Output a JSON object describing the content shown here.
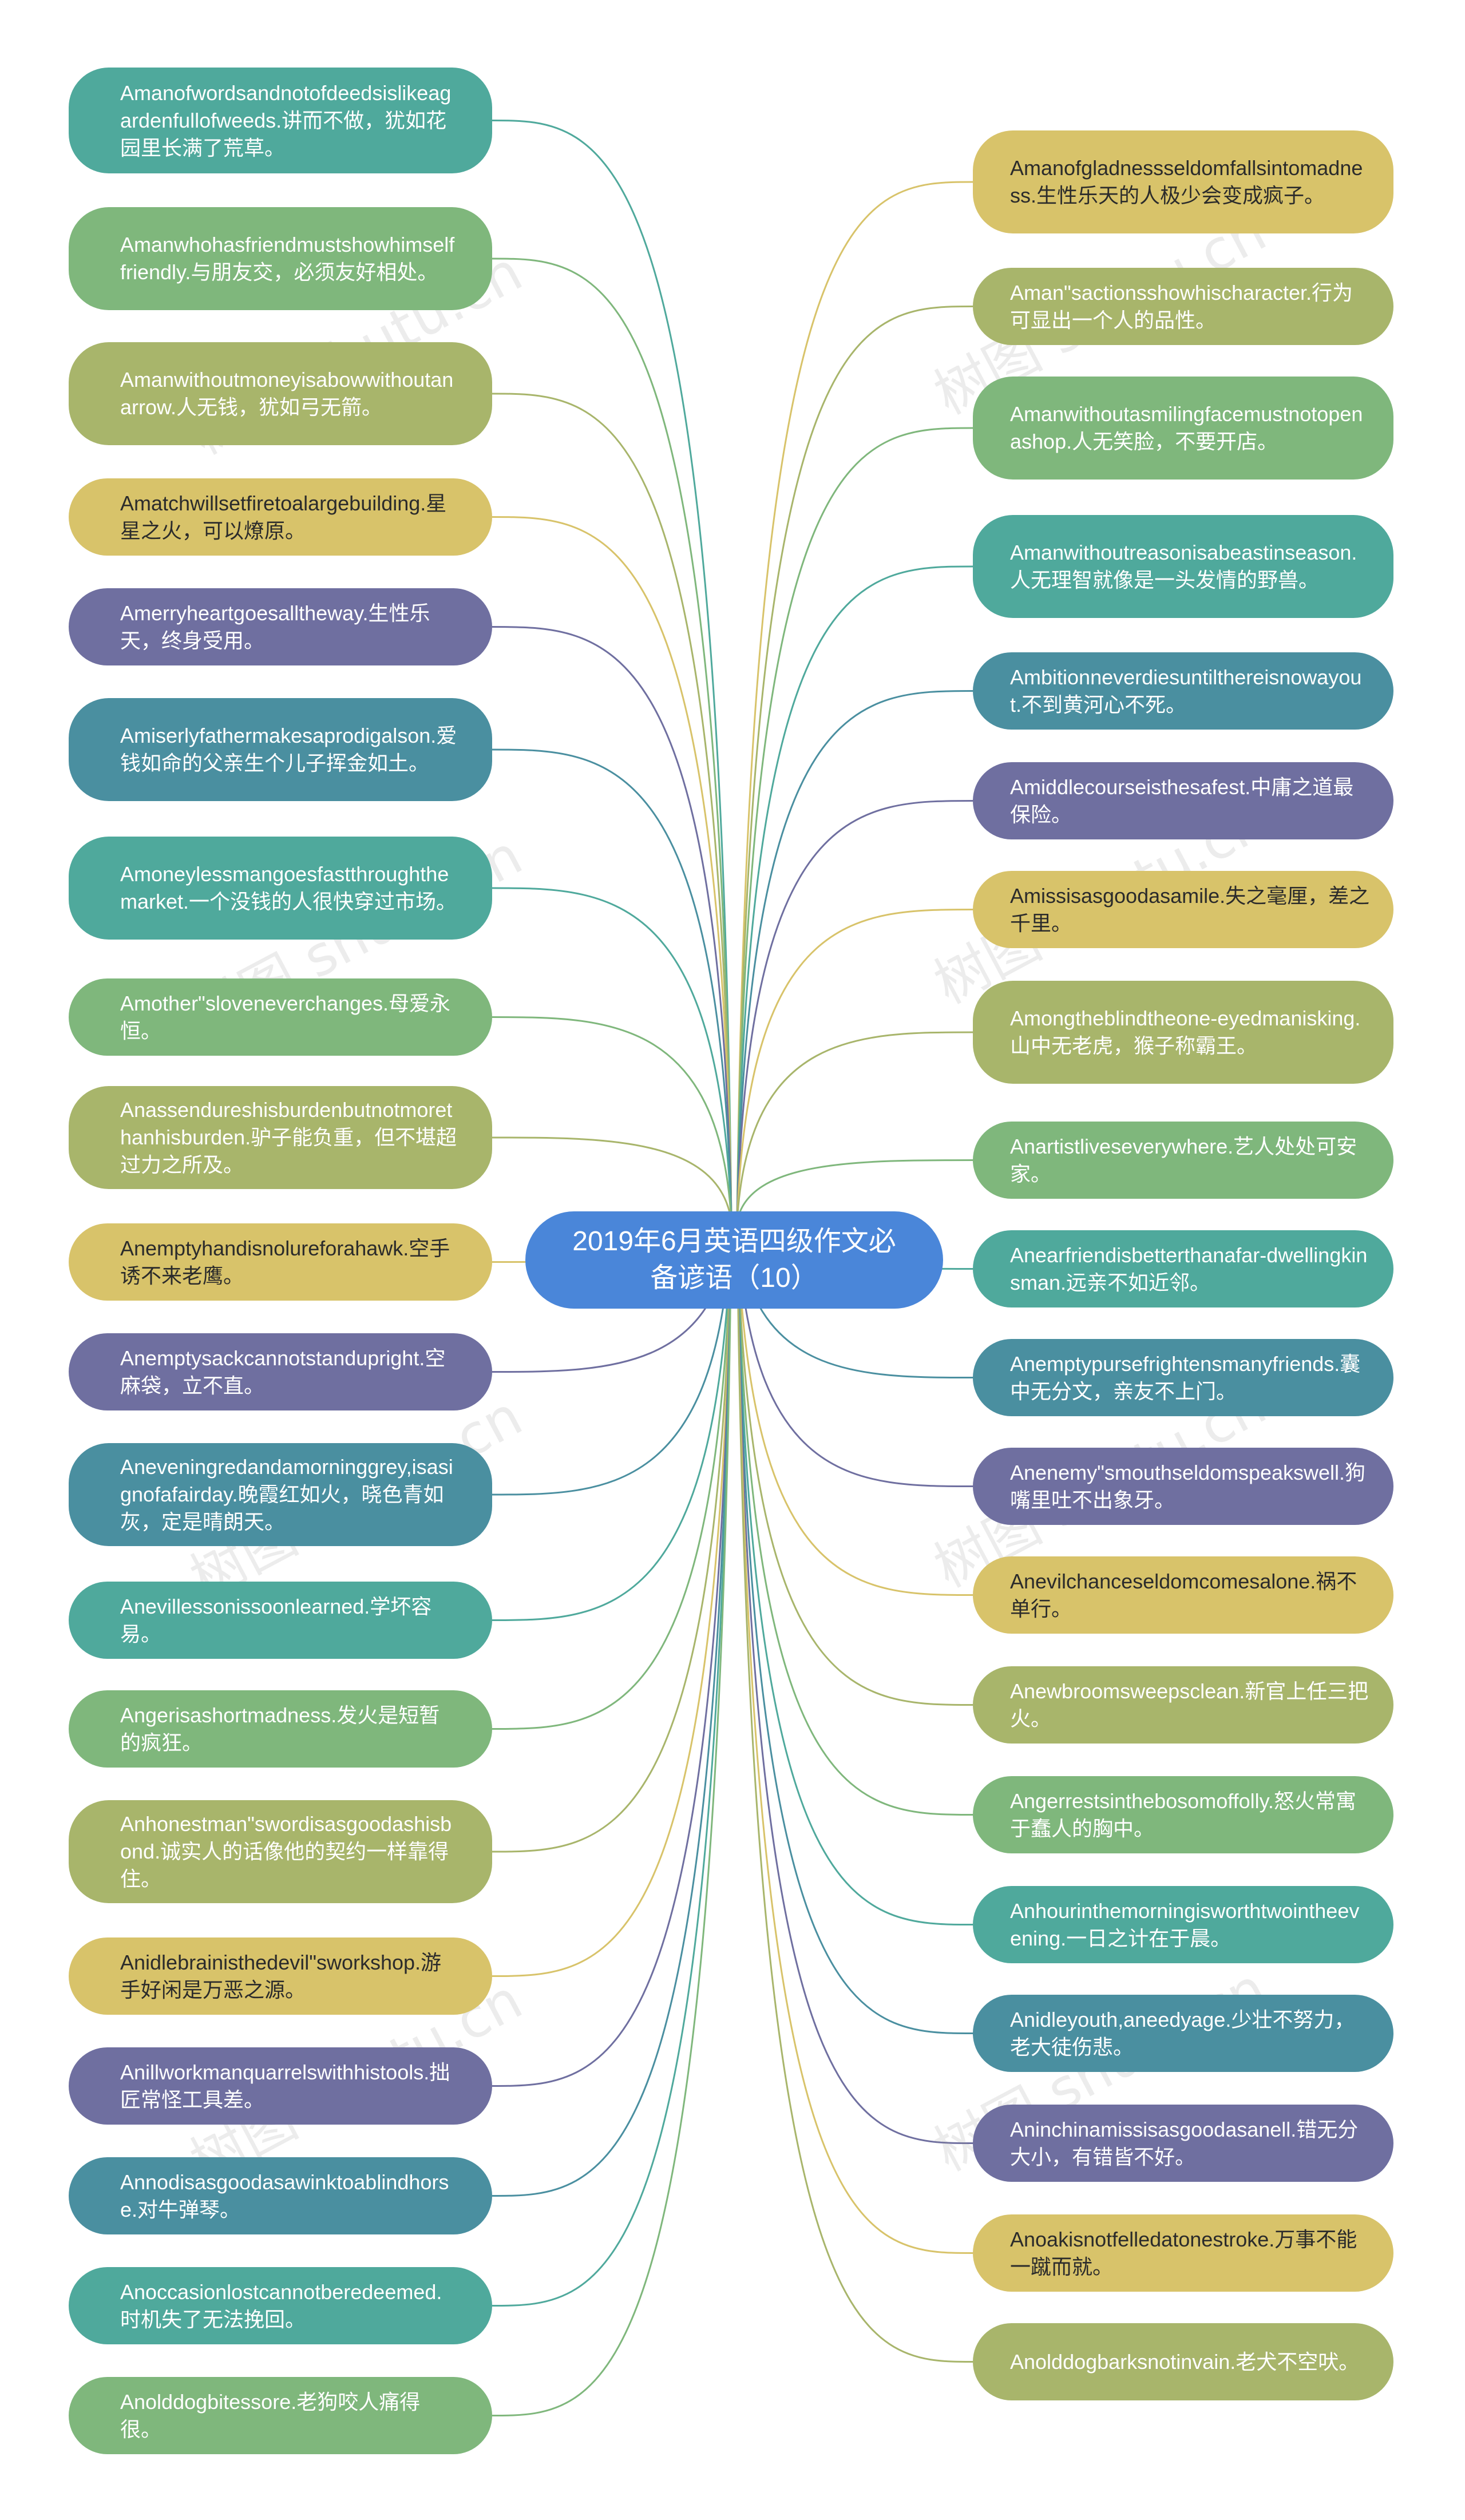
{
  "center_title": "2019年6月英语四级作文必备谚语（10）",
  "watermark": "树图 shutu.cn",
  "colors": {
    "teal": "#4fa99c",
    "green": "#7fb77c",
    "olive": "#a8b56b",
    "yellow": "#d8c36a",
    "purple": "#6f6fa0",
    "steel": "#4a8fa0",
    "center": "#4a86d9"
  },
  "left_nodes": [
    {
      "text": "Amanofwordsandnotofdeedsislikeagardenfullofweeds.讲而不做，犹如花园里长满了荒草。",
      "color": "teal"
    },
    {
      "text": "Amanwhohasfriendmustshowhimselffriendly.与朋友交，必须友好相处。",
      "color": "green"
    },
    {
      "text": "Amanwithoutmoneyisabowwithoutanarrow.人无钱，犹如弓无箭。",
      "color": "olive"
    },
    {
      "text": "Amatchwillsetfiretoalargebuilding.星星之火，可以燎原。",
      "color": "yellow"
    },
    {
      "text": "Amerryheartgoesalltheway.生性乐天，终身受用。",
      "color": "purple"
    },
    {
      "text": "Amiserlyfathermakesaprodigalson.爱钱如命的父亲生个儿子挥金如土。",
      "color": "steel"
    },
    {
      "text": "Amoneylessmangoesfastthroughthemarket.一个没钱的人很快穿过市场。",
      "color": "teal"
    },
    {
      "text": "Amother\"sloveneverchanges.母爱永恒。",
      "color": "green"
    },
    {
      "text": "Anassendureshisburdenbutnotmorethanhisburden.驴子能负重，但不堪超过力之所及。",
      "color": "olive"
    },
    {
      "text": "Anemptyhandisnolureforahawk.空手诱不来老鹰。",
      "color": "yellow"
    },
    {
      "text": "Anemptysackcannotstandupright.空麻袋，立不直。",
      "color": "purple"
    },
    {
      "text": "Aneveningredandamorninggrey,isasignofafairday.晚霞红如火，晓色青如灰，定是晴朗天。",
      "color": "steel"
    },
    {
      "text": "Anevillessonissoonlearned.学坏容易。",
      "color": "teal"
    },
    {
      "text": "Angerisashortmadness.发火是短暂的疯狂。",
      "color": "green"
    },
    {
      "text": "Anhonestman\"swordisasgoodashisbond.诚实人的话像他的契约一样靠得住。",
      "color": "olive"
    },
    {
      "text": "Anidlebrainisthedevil\"sworkshop.游手好闲是万恶之源。",
      "color": "yellow"
    },
    {
      "text": "Anillworkmanquarrelswithhistools.拙匠常怪工具差。",
      "color": "purple"
    },
    {
      "text": "Annodisasgoodasawinktoablindhorse.对牛弹琴。",
      "color": "steel"
    },
    {
      "text": "Anoccasionlostcannotberedeemed.时机失了无法挽回。",
      "color": "teal"
    },
    {
      "text": "Anolddogbitessore.老狗咬人痛得很。",
      "color": "green"
    }
  ],
  "right_nodes": [
    {
      "text": "Amanofgladnessseldomfallsintomadness.生性乐天的人极少会变成疯子。",
      "color": "yellow"
    },
    {
      "text": "Aman\"sactionsshowhischaracter.行为可显出一个人的品性。",
      "color": "olive"
    },
    {
      "text": "Amanwithoutasmilingfacemustnotopenashop.人无笑脸，不要开店。",
      "color": "green"
    },
    {
      "text": "Amanwithoutreasonisabeastinseason.人无理智就像是一头发情的野兽。",
      "color": "teal"
    },
    {
      "text": "Ambitionneverdiesuntilthereisnowayout.不到黄河心不死。",
      "color": "steel"
    },
    {
      "text": "Amiddlecourseisthesafest.中庸之道最保险。",
      "color": "purple"
    },
    {
      "text": "Amissisasgoodasamile.失之毫厘，差之千里。",
      "color": "yellow"
    },
    {
      "text": "Amongtheblindtheone-eyedmanisking.山中无老虎，猴子称霸王。",
      "color": "olive"
    },
    {
      "text": "Anartistliveseverywhere.艺人处处可安家。",
      "color": "green"
    },
    {
      "text": "Anearfriendisbetterthanafar-dwellingkinsman.远亲不如近邻。",
      "color": "teal"
    },
    {
      "text": "Anemptypursefrightensmanyfriends.囊中无分文，亲友不上门。",
      "color": "steel"
    },
    {
      "text": "Anenemy\"smouthseldomspeakswell.狗嘴里吐不出象牙。",
      "color": "purple"
    },
    {
      "text": "Anevilchanceseldomcomesalone.祸不单行。",
      "color": "yellow"
    },
    {
      "text": "Anewbroomsweepsclean.新官上任三把火。",
      "color": "olive"
    },
    {
      "text": "Angerrestsinthebosomoffolly.怒火常寓于蠢人的胸中。",
      "color": "green"
    },
    {
      "text": "Anhourinthemorningisworthtwointheevening.一日之计在于晨。",
      "color": "teal"
    },
    {
      "text": "Anidleyouth,aneedyage.少壮不努力，老大徒伤悲。",
      "color": "steel"
    },
    {
      "text": "Aninchinamissisasgoodasanell.错无分大小，有错皆不好。",
      "color": "purple"
    },
    {
      "text": "Anoakisnotfelledatonestroke.万事不能一蹴而就。",
      "color": "yellow"
    },
    {
      "text": "Anolddogbarksnotinvain.老犬不空吠。",
      "color": "olive"
    }
  ]
}
